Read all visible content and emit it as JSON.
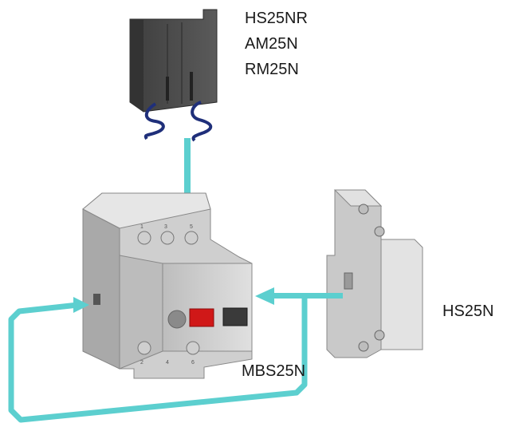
{
  "labels": {
    "top_accessory": [
      "HS25NR",
      "AM25N",
      "RM25N"
    ],
    "side_accessory": "HS25N",
    "main_device": "MBS25N"
  },
  "colors": {
    "arrow": "#5ccfcf",
    "device_body": "#d6d6d6",
    "device_shadow": "#9c9c9c",
    "dark_module": "#4a4a4a",
    "wire": "#1f2f7a",
    "start_button": "#d01818",
    "stop_button": "#3a3a3a"
  },
  "icons": {
    "top_module": "auxiliary-contact-block",
    "main": "motor-protection-circuit-breaker",
    "side_module": "side-mount-auxiliary-contact"
  }
}
